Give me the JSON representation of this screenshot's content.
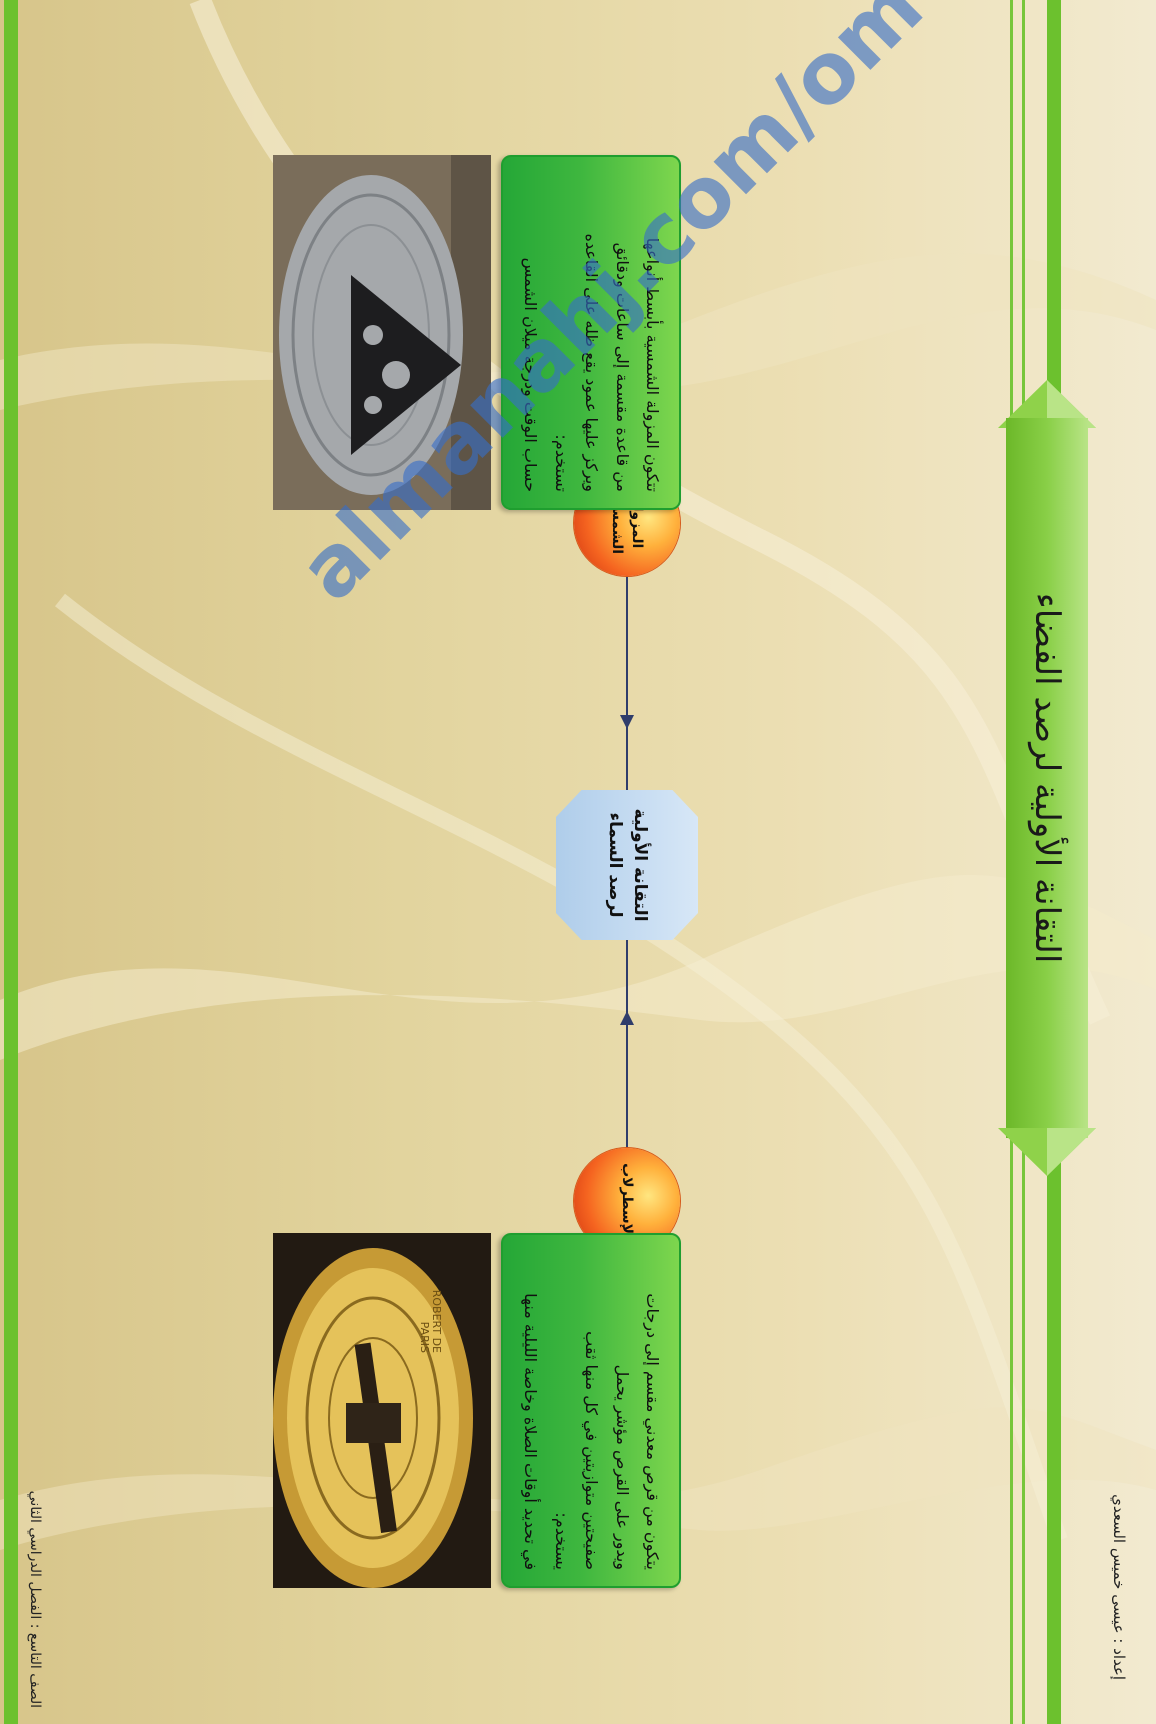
{
  "page": {
    "title": "التقانة الأولية لرصد الفضاء",
    "credit": "إعداد : عيسى خميس السعدي",
    "grade": "الصف التاسع : الفصل الدراسي الثاني"
  },
  "center_node": {
    "label": "التقانة الأولية لرصد السماء"
  },
  "instruments": [
    {
      "name": "المزولة الشمسية",
      "lines": [
        "تتكون المزولة الشمسية بأبسط أنواعها",
        "من قاعدة مقسمة إلى ساعات ودقائق",
        "ويركز عليها عمود يقع ظله على القاعده",
        "تستخدم:",
        "حساب الوقت ودرجة ميلان الشمس"
      ],
      "image": "sundial-photo"
    },
    {
      "name": "الإسطرلاب",
      "lines": [
        "يتكون من قرص معدني مقسم إلى درجات",
        "ويدور على القرص مؤشر يحمل",
        "صفيحتين متوازيتين في كل منها ثقب",
        "يستخدم:",
        "في تحديد أوقات الصلاة وخاصة الليلية منها"
      ],
      "image": "astrolabe-photo",
      "photo_texts": [
        "PARIS",
        "ROBERT DE"
      ]
    }
  ],
  "watermark": "almanahj.com/om",
  "colors": {
    "accent_green": "#6cc12e",
    "card_green": "#3fb73f",
    "octagon_blue": "#afcdea",
    "ball_orange": "#f56420"
  }
}
